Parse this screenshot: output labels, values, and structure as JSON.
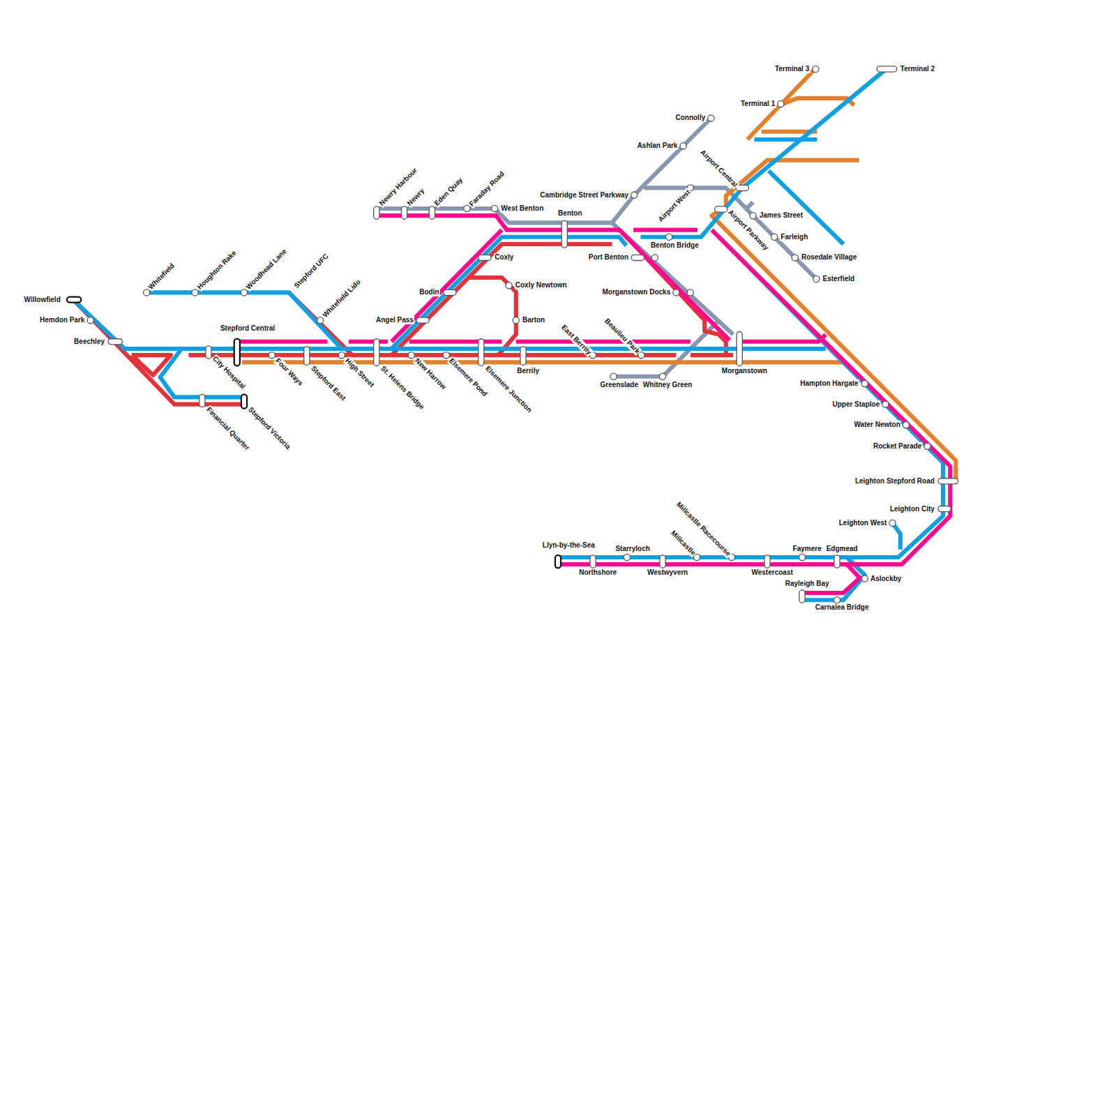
{
  "diagram": {
    "labels": [
      "Willowfield",
      "Hemdon Park",
      "Beechley",
      "Whitefield",
      "Houghton Rake",
      "Woodhead Lane",
      "Stepford UFC",
      "Whitefield Lido",
      "Stepford Central",
      "City Hospital",
      "Four Ways",
      "Stepford East",
      "High Street",
      "St. Helens Bridge",
      "New Harrow",
      "Elsemere Pond",
      "Elsemere Junction",
      "Financial Quarter",
      "Stepford Victoria",
      "Newry Harbour",
      "Newry",
      "Eden Quay",
      "Faraday Road",
      "West Benton",
      "Benton",
      "Coxly",
      "Bodin",
      "Coxly Newtown",
      "Barton",
      "Angel Pass",
      "Berrily",
      "East Berrily",
      "Beaulieu Park",
      "Greenslade",
      "Whitney Green",
      "Morganstown",
      "Port Benton",
      "Benton Bridge",
      "Morganstown Docks",
      "Cambridge Street Parkway",
      "Ashlan Park",
      "Connolly",
      "Airport West",
      "Airport Central",
      "Airport Parkway",
      "James Street",
      "Farleigh",
      "Rosedale Village",
      "Esterfield",
      "Terminal 3",
      "Terminal 1",
      "Terminal 2",
      "Hampton Hargate",
      "Upper Staploe",
      "Water Newton",
      "Rocket Parade",
      "Leighton Stepford Road",
      "Leighton City",
      "Leighton West",
      "Llyn-by-the-Sea",
      "Northshore",
      "Starryloch",
      "Westwyvern",
      "Millcastle",
      "Millcastle Racecourse",
      "Westercoast",
      "Faymere",
      "Edgmead",
      "Aslockby",
      "Rayleigh Bay",
      "Carnalea Bridge"
    ]
  }
}
